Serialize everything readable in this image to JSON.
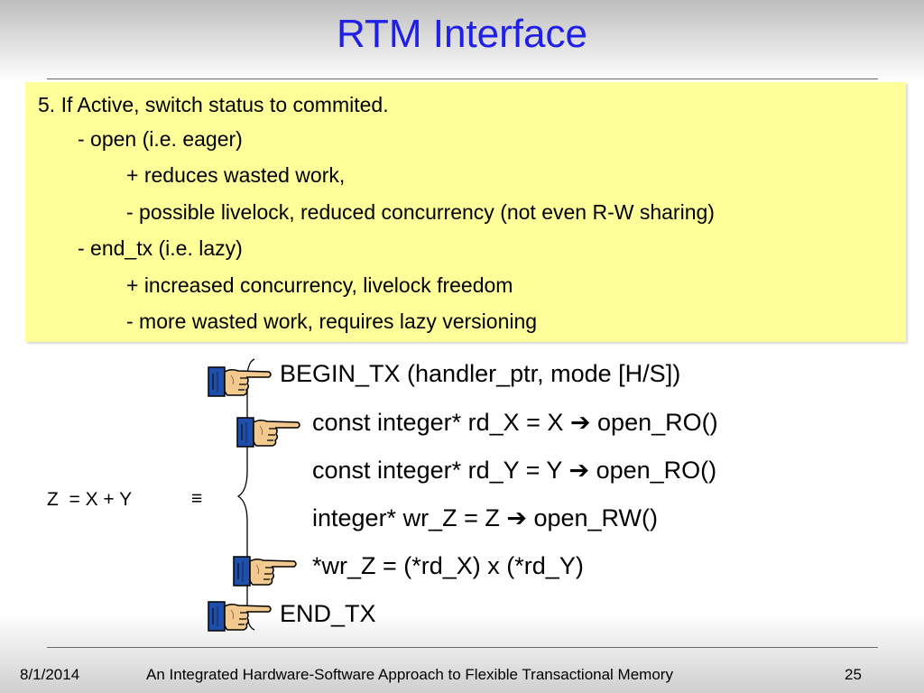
{
  "slide": {
    "title": "RTM Interface",
    "panel": {
      "lines": [
        "5. If Active, switch status to commited.",
        "- open (i.e. eager)",
        "+ reduces wasted work,",
        "- possible livelock, reduced concurrency (not even R-W sharing)",
        "- end_tx (i.e. lazy)",
        "+ increased concurrency, livelock freedom",
        "- more wasted work, requires lazy versioning"
      ]
    },
    "code": {
      "begin": "BEGIN_TX (handler_ptr, mode [H/S])",
      "rd_x": "const integer* rd_X = X ➔ open_RO()",
      "rd_y": "const integer* rd_Y = Y ➔ open_RO()",
      "wr_z": "integer* wr_Z = Z ➔ open_RW()",
      "assign": "*wr_Z = (*rd_X) x (*rd_Y)",
      "end": "END_TX"
    },
    "equation": "Z  = X + Y",
    "equiv_symbol": "≡",
    "footer": {
      "date": "8/1/2014",
      "title": "An Integrated Hardware-Software Approach to Flexible Transactional Memory",
      "page": "25"
    },
    "colors": {
      "title": "#1f1fe6",
      "panel_bg": "#ffff99",
      "cuff": "#1f4fa8",
      "hand": "#f2c98e"
    },
    "icons": [
      "pointing-hand-icon"
    ]
  }
}
